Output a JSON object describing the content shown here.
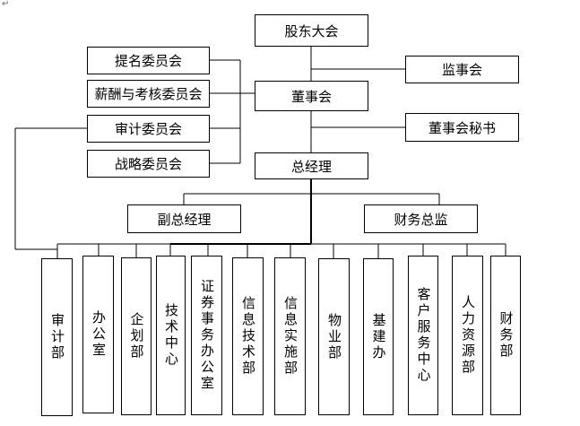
{
  "top": {
    "shareholders": "股东大会",
    "supervisors": "监事会",
    "board": "董事会",
    "board_secretary": "董事会秘书",
    "gm": "总经理",
    "vice_gm": "副总经理",
    "cfo": "财务总监"
  },
  "committees": [
    "提名委员会",
    "薪酬与考核委员会",
    "审计委员会",
    "战略委员会"
  ],
  "departments": [
    "审计部",
    "办公室",
    "企划部",
    "技术中心",
    "证券事务办公室",
    "信息技术部",
    "信息实施部",
    "物业部",
    "基建办",
    "客户服务中心",
    "人力资源部",
    "财务部"
  ],
  "corner_mark": "↵"
}
